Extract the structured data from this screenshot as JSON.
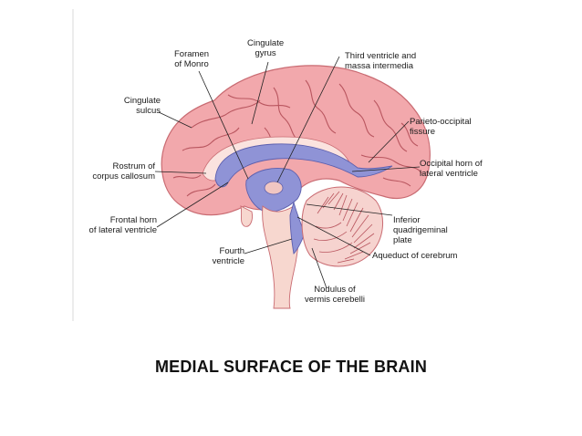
{
  "caption": "MEDIAL SURFACE OF THE BRAIN",
  "labels": {
    "foramen_monro": [
      "Foramen",
      "of Monro"
    ],
    "cingulate_gyrus": [
      "Cingulate",
      "gyrus"
    ],
    "third_ventricle": [
      "Third ventricle and",
      "massa intermedia"
    ],
    "cingulate_sulcus": [
      "Cingulate",
      "sulcus"
    ],
    "parieto_occipital": [
      "Parieto-occipital",
      "fissure"
    ],
    "rostrum": [
      "Rostrum of",
      "corpus callosum"
    ],
    "occipital_horn": [
      "Occipital horn of",
      "lateral ventricle"
    ],
    "frontal_horn": [
      "Frontal horn",
      "of lateral ventricle"
    ],
    "inferior_plate": [
      "Inferior",
      "quadrigeminal",
      "plate"
    ],
    "fourth_ventricle": [
      "Fourth",
      "ventricle"
    ],
    "aqueduct": [
      "Aqueduct of cerebrum"
    ],
    "nodulus": [
      "Nodulus of",
      "vermis cerebelli"
    ]
  },
  "colors": {
    "cortex": "#f2a8ac",
    "cortex_stroke": "#c96b72",
    "sulcus": "#b9565f",
    "ventricle": "#8f93d6",
    "ventricle_stroke": "#5c5fae",
    "callosum": "#fbe3df",
    "brainstem": "#f7d7cf",
    "cerebellum": "#f6d3cf",
    "leader": "#222222"
  }
}
